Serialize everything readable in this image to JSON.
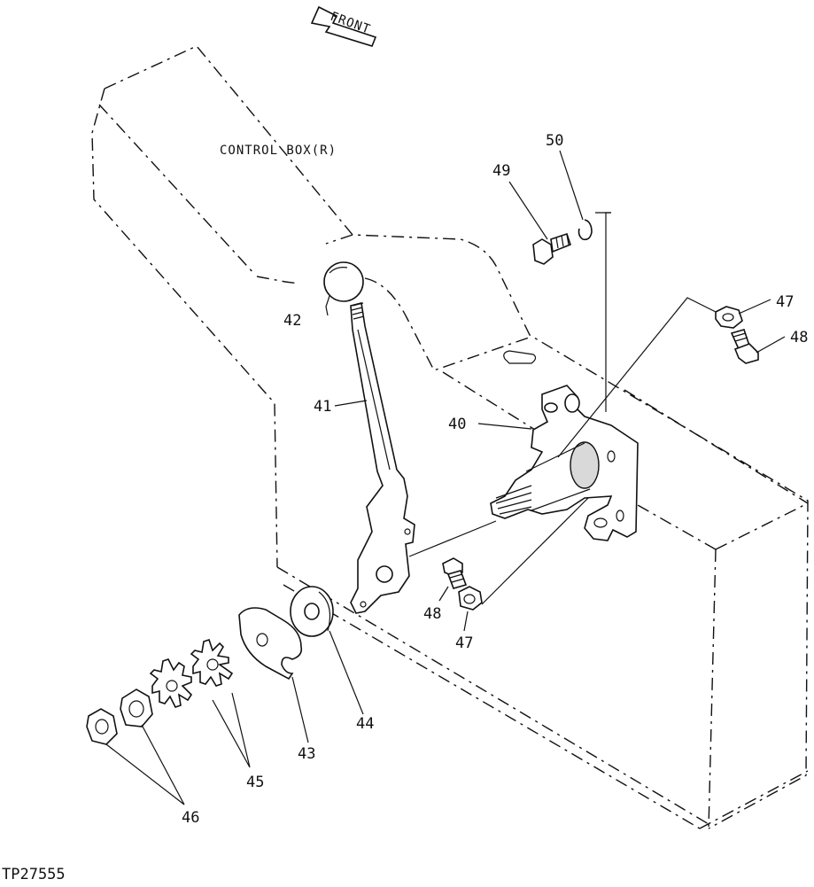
{
  "front_arrow_label": "FRONT",
  "box_label": "CONTROL BOX(R)",
  "figure_ref": "TP27555",
  "callouts": {
    "c40": "40",
    "c41": "41",
    "c42": "42",
    "c43": "43",
    "c44": "44",
    "c45": "45",
    "c46": "46",
    "c47a": "47",
    "c47b": "47",
    "c48a": "48",
    "c48b": "48",
    "c49": "49",
    "c50": "50"
  }
}
